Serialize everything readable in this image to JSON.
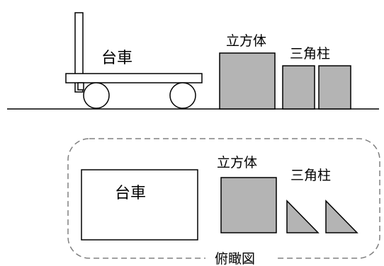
{
  "side_view": {
    "cart_label": "台車",
    "cube_label": "立方体",
    "prism_label": "三角柱"
  },
  "top_view": {
    "cart_label": "台車",
    "cube_label": "立方体",
    "prism_label": "三角柱",
    "title": "俯瞰図"
  },
  "colors": {
    "line": "#000000",
    "fill_gray": "#b4b4b4",
    "dashed_border": "#808080",
    "background": "#ffffff"
  }
}
